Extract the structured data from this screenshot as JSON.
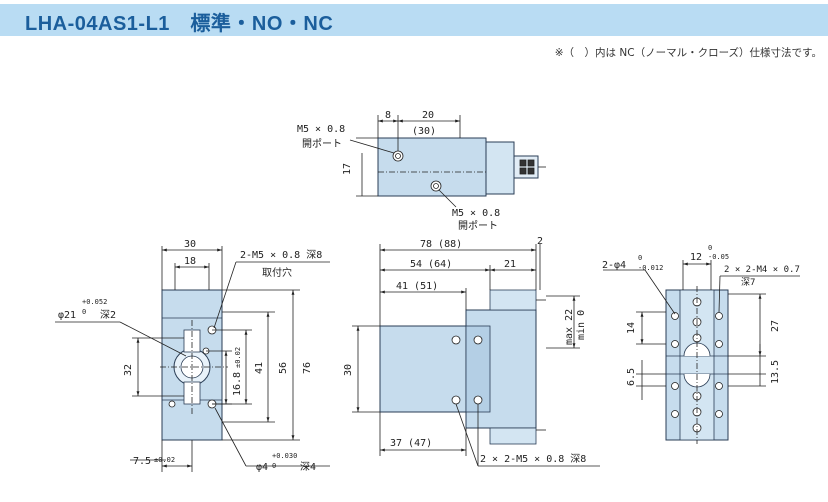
{
  "header": {
    "title": "LHA-04AS1-L1　標準・NO・NC",
    "note": "※（　）内は NC（ノーマル・クローズ）仕様寸法です。"
  },
  "top_view": {
    "port_left_label": "M5 × 0.8",
    "port_left_sub": "開ポート",
    "dim_8": "8",
    "dim_20": "20",
    "dim_30p": "(30)",
    "dim_17": "17",
    "port_bottom_label": "M5 × 0.8",
    "port_bottom_sub": "開ポート"
  },
  "front_view": {
    "dim_30": "30",
    "dim_18": "18",
    "hole_label": "2-M5 × 0.8  深8",
    "hole_sub": "取付穴",
    "phi21": "φ21",
    "phi21_tol_top": "+0.052",
    "phi21_tol_bot": "0",
    "depth2": "深2",
    "dim_32": "32",
    "dim_168": "16.8",
    "dim_168_tol": "±0.02",
    "dim_41": "41",
    "dim_56": "56",
    "dim_76": "76",
    "dim_75": "7.5",
    "dim_75_tol": "±0.02",
    "phi4": "φ4",
    "phi4_tol_top": "+0.030",
    "phi4_tol_bot": "0",
    "depth4": "深4"
  },
  "side_view": {
    "dim_78": "78 (88)",
    "dim_2": "2",
    "dim_54": "54  (64)",
    "dim_21": "21",
    "dim_41": "41 (51)",
    "max22": "max 22",
    "min0": "min 0",
    "dim_30": "30",
    "dim_37": "37 (47)",
    "hole_label": "2 × 2-M5 × 0.8  深8"
  },
  "right_view": {
    "phi_label": "2-φ4",
    "phi_tol_top": "0",
    "phi_tol_bot": "-0.012",
    "dim_12": "12",
    "dim_12_tol_top": "0",
    "dim_12_tol_bot": "-0.05",
    "m4_label": "2 × 2-M4 × 0.7",
    "m4_sub": "深7",
    "dim_14": "14",
    "dim_27": "27",
    "dim_65": "6.5",
    "dim_135": "13.5"
  },
  "colors": {
    "header_bg": "#b9dcf3",
    "title": "#1b5e9c",
    "part_fill": "#c6dced",
    "part_stroke": "#2a3d55"
  }
}
